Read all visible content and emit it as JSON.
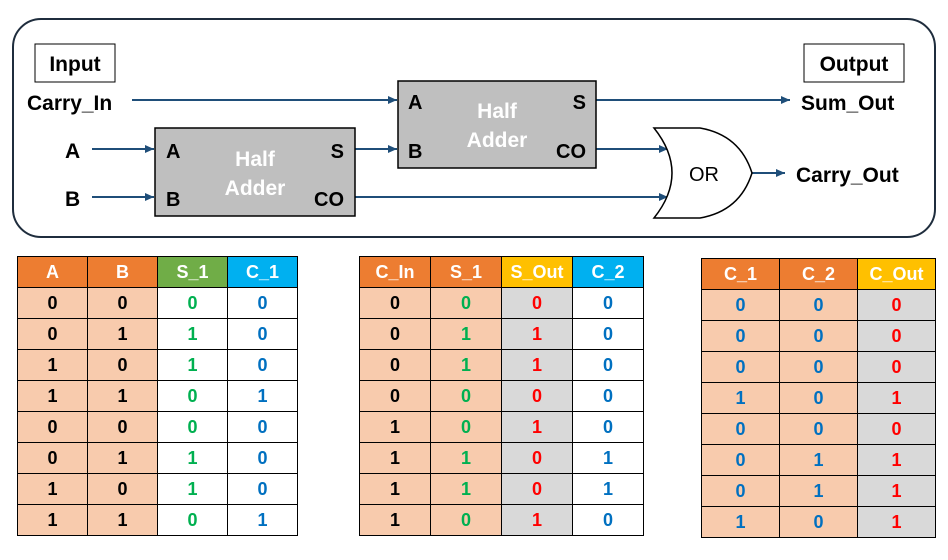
{
  "diagram": {
    "input_label": "Input",
    "output_label": "Output",
    "carry_in": "Carry_In",
    "a": "A",
    "b": "B",
    "sum_out": "Sum_Out",
    "carry_out": "Carry_Out",
    "or_label": "OR",
    "half_adder_1": {
      "line1": "Half",
      "line2": "Adder",
      "pin_a": "A",
      "pin_b": "B",
      "pin_s": "S",
      "pin_co": "CO"
    },
    "half_adder_2": {
      "line1": "Half",
      "line2": "Adder",
      "pin_a": "A",
      "pin_b": "B",
      "pin_s": "S",
      "pin_co": "CO"
    }
  },
  "colors": {
    "orange": "#ED7D31",
    "green": "#70AD47",
    "blue": "#00B0F0",
    "yellow": "#FFC000",
    "peach": "#F8CBAD",
    "gray": "#D9D9D9",
    "text_green": "#00B050",
    "text_blue": "#0070C0",
    "text_red": "#FF0000",
    "wire": "#1F4E79",
    "block": "#BFBFBF"
  },
  "tables": [
    {
      "headers": [
        "A",
        "B",
        "S_1",
        "C_1"
      ],
      "header_colors": [
        "orange",
        "orange",
        "green",
        "blue"
      ],
      "cell_bg": [
        "peach",
        "peach",
        "white",
        "white"
      ],
      "cell_text": [
        "black",
        "black",
        "text_green",
        "text_blue"
      ],
      "rows": [
        [
          "0",
          "0",
          "0",
          "0"
        ],
        [
          "0",
          "1",
          "1",
          "0"
        ],
        [
          "1",
          "0",
          "1",
          "0"
        ],
        [
          "1",
          "1",
          "0",
          "1"
        ],
        [
          "0",
          "0",
          "0",
          "0"
        ],
        [
          "0",
          "1",
          "1",
          "0"
        ],
        [
          "1",
          "0",
          "1",
          "0"
        ],
        [
          "1",
          "1",
          "0",
          "1"
        ]
      ]
    },
    {
      "headers": [
        "C_In",
        "S_1",
        "S_Out",
        "C_2"
      ],
      "header_colors": [
        "orange",
        "orange",
        "yellow",
        "blue"
      ],
      "cell_bg": [
        "peach",
        "peach",
        "gray",
        "white"
      ],
      "cell_text": [
        "black",
        "text_green",
        "text_red",
        "text_blue"
      ],
      "rows": [
        [
          "0",
          "0",
          "0",
          "0"
        ],
        [
          "0",
          "1",
          "1",
          "0"
        ],
        [
          "0",
          "1",
          "1",
          "0"
        ],
        [
          "0",
          "0",
          "0",
          "0"
        ],
        [
          "1",
          "0",
          "1",
          "0"
        ],
        [
          "1",
          "1",
          "0",
          "1"
        ],
        [
          "1",
          "1",
          "0",
          "1"
        ],
        [
          "1",
          "0",
          "1",
          "0"
        ]
      ]
    },
    {
      "headers": [
        "C_1",
        "C_2",
        "C_Out"
      ],
      "header_colors": [
        "orange",
        "orange",
        "yellow"
      ],
      "cell_bg": [
        "peach",
        "peach",
        "gray"
      ],
      "cell_text": [
        "text_blue",
        "text_blue",
        "text_red"
      ],
      "rows": [
        [
          "0",
          "0",
          "0"
        ],
        [
          "0",
          "0",
          "0"
        ],
        [
          "0",
          "0",
          "0"
        ],
        [
          "1",
          "0",
          "1"
        ],
        [
          "0",
          "0",
          "0"
        ],
        [
          "0",
          "1",
          "1"
        ],
        [
          "0",
          "1",
          "1"
        ],
        [
          "1",
          "0",
          "1"
        ]
      ]
    }
  ]
}
